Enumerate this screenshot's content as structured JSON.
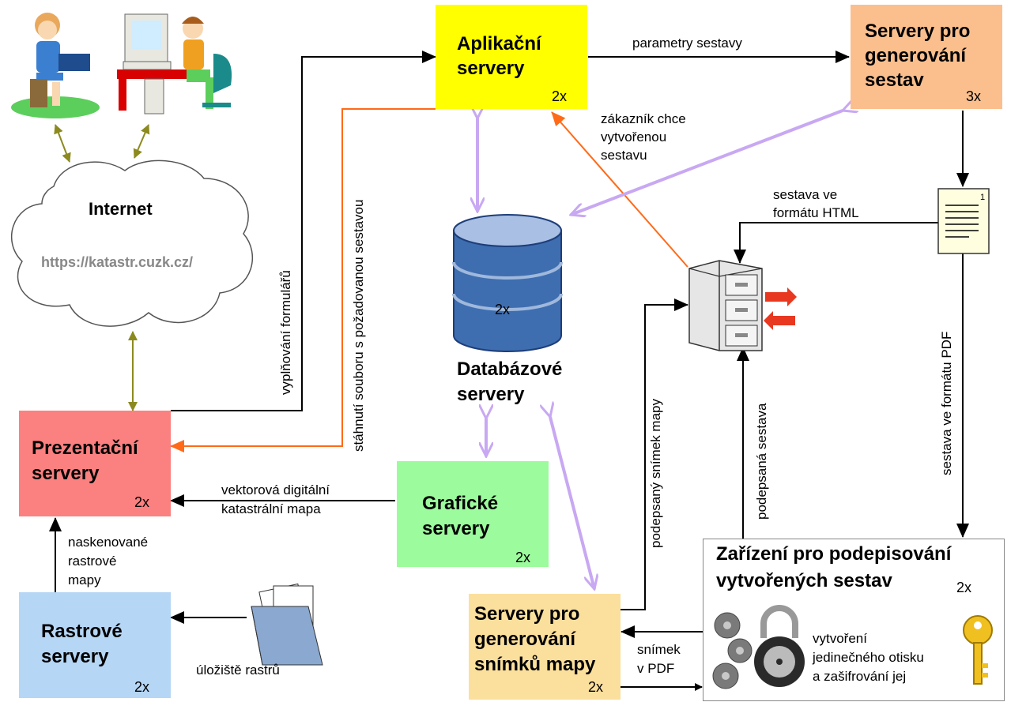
{
  "colors": {
    "app": "#ffff00",
    "gen_reports": "#fbbf8d",
    "presentation": "#fb8080",
    "graphic": "#9cfb9c",
    "raster": "#b6d6f6",
    "map_gen": "#fbdf9c",
    "db_blue": "#3e6eb0",
    "black_arrow": "#000000",
    "orange_arrow": "#ff6a18",
    "purple_arrow": "#c8a8f2",
    "olive_arrow": "#8c8a1f"
  },
  "nodes": {
    "app_servers": {
      "title": [
        "Aplikační",
        "servery"
      ],
      "count": "2x"
    },
    "gen_reports": {
      "title": [
        "Servery pro",
        "generování",
        "sestav"
      ],
      "count": "3x"
    },
    "internet": {
      "title": "Internet",
      "url": "https://katastr.cuzk.cz/"
    },
    "database": {
      "title": [
        "Databázové",
        "servery"
      ],
      "count": "2x"
    },
    "presentation": {
      "title": [
        "Prezentační",
        "servery"
      ],
      "count": "2x"
    },
    "graphic": {
      "title": [
        "Grafické",
        "servery"
      ],
      "count": "2x"
    },
    "raster": {
      "title": [
        "Rastrové",
        "servery"
      ],
      "count": "2x"
    },
    "map_gen": {
      "title": [
        "Servery pro",
        "generování",
        "snímků mapy"
      ],
      "count": "2x"
    },
    "signing": {
      "title": [
        "Zařízení pro podepisování",
        "vytvořených sestav"
      ],
      "count": "2x",
      "description": [
        "vytvoření",
        "jedinečného otisku",
        "a zašifrování jej"
      ]
    },
    "report_doc": {
      "page_number": "1"
    }
  },
  "edge_labels": {
    "params": "parametry sestavy",
    "customer": [
      "zákazník chce",
      "vytvořenou",
      "sestavu"
    ],
    "html": [
      "sestava ve",
      "formátu HTML"
    ],
    "pdf": "sestava ve formátu PDF",
    "fill_forms": "vyplňování formulářů",
    "download": "stáhnutí souboru s požadovanou sestavou",
    "vector_map": [
      "vektorová digitální",
      "katastrální mapa"
    ],
    "scanned": [
      "naskenované",
      "rastrové",
      "mapy"
    ],
    "storage": "úložiště rastrů",
    "signed_map": "podepsaný snímek mapy",
    "signed_report": "podepsaná sestava",
    "snapshot": [
      "snímek",
      "v PDF"
    ]
  },
  "icons": [
    "users-computers-icon",
    "file-cabinet-icon",
    "document-icon",
    "folder-icon",
    "gears-icon",
    "padlock-icon",
    "key-icon"
  ]
}
